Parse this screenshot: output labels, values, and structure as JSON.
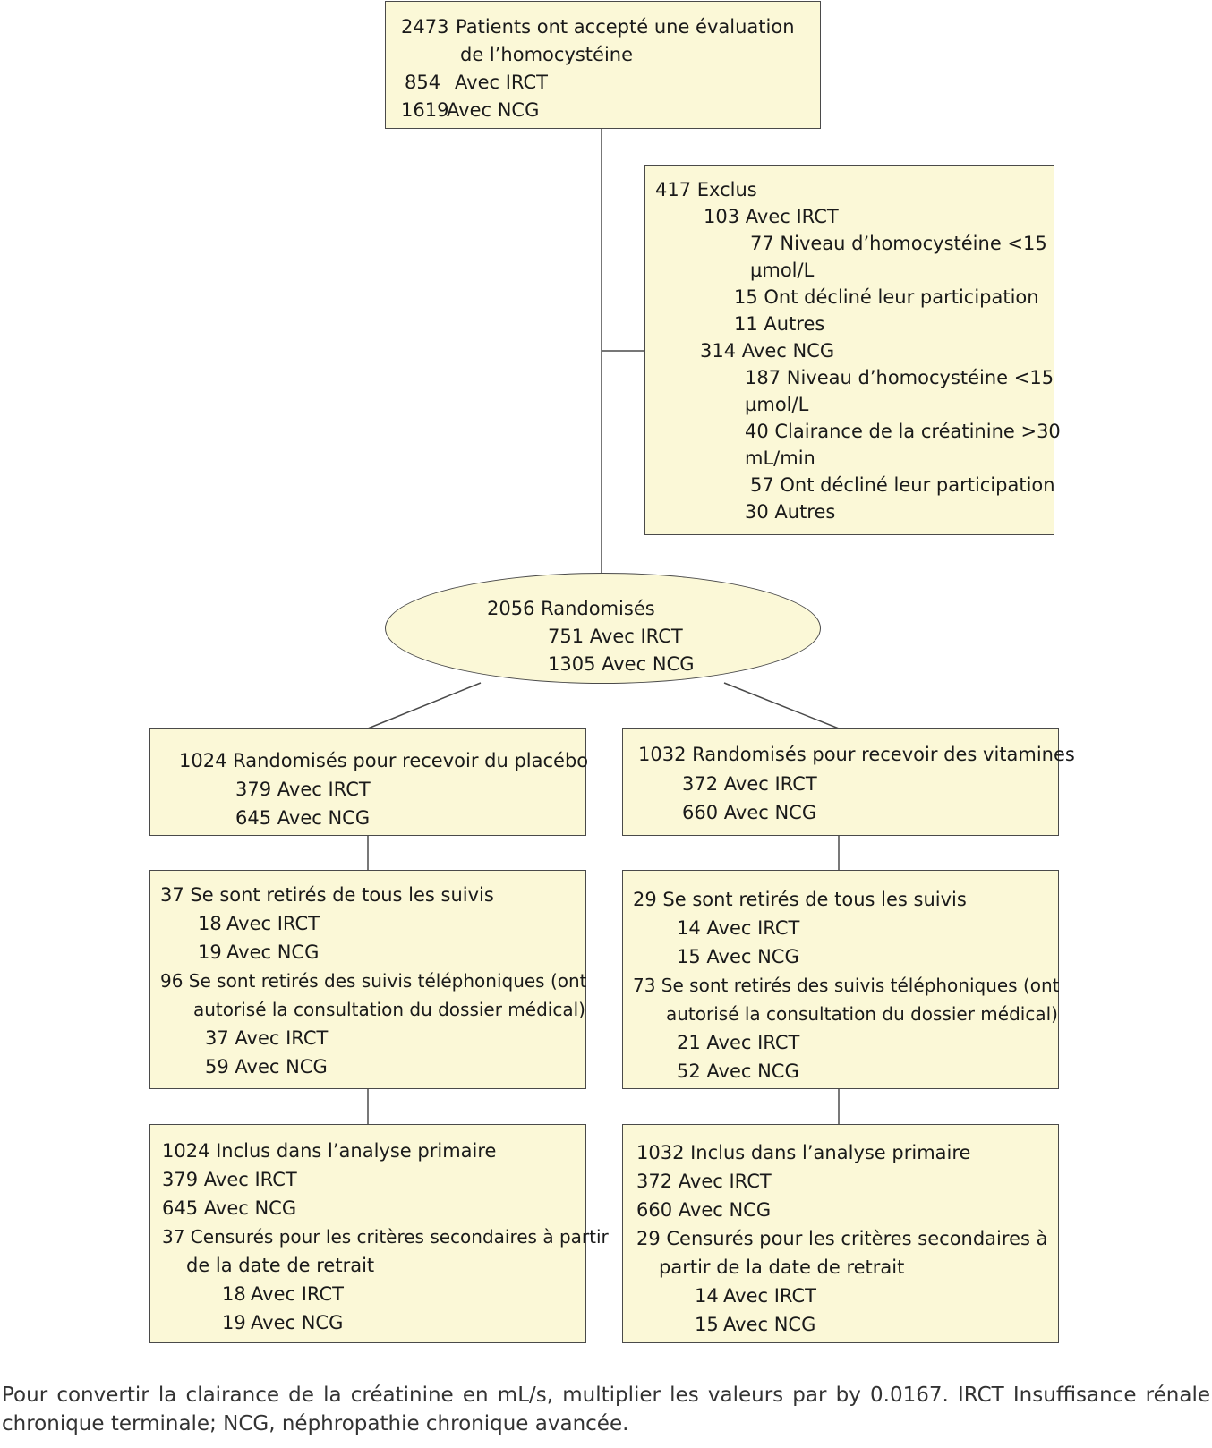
{
  "top_box": {
    "line1_num": "2473",
    "line1_text": "Patients ont accepté une évaluation",
    "line2": "de l’homocystéine",
    "line3_num": "854",
    "line3_text": "Avec IRCT",
    "line4_num": "1619",
    "line4_text": "Avec NCG"
  },
  "excluded_box": {
    "title": "417 Exclus",
    "irct": "103 Avec IRCT",
    "irct_hcy": "77 Niveau d’homocystéine <15",
    "irct_hcy_unit": "µmol/L",
    "irct_declined": "15 Ont décliné leur participation",
    "irct_other": "11 Autres",
    "ncg": "314 Avec NCG",
    "ncg_hcy": "187 Niveau d’homocystéine <15",
    "ncg_hcy_unit": "µmol/L",
    "ncg_creat": "40 Clairance de la créatinine >30",
    "ncg_creat_unit": "mL/min",
    "ncg_declined": "57 Ont décliné leur participation",
    "ncg_other": "30 Autres"
  },
  "randomized": {
    "title": "2056 Randomisés",
    "irct": "751 Avec IRCT",
    "ncg": "1305 Avec NCG"
  },
  "placebo_box": {
    "title": "1024 Randomisés pour recevoir du placébo",
    "irct": "379 Avec IRCT",
    "ncg": "645 Avec NCG"
  },
  "vitamin_box": {
    "title": "1032 Randomisés pour recevoir des vitamines",
    "irct": "372 Avec IRCT",
    "ncg": "660 Avec NCG"
  },
  "placebo_withdrawn": {
    "all_followups": "37 Se sont retirés de tous les suivis",
    "all_irct_num": "18",
    "all_irct_text": "Avec IRCT",
    "all_ncg_num": "19",
    "all_ncg_text": "Avec NCG",
    "phone_followups": "96 Se sont retirés des suivis téléphoniques (ont",
    "phone_followups_cont": "autorisé la consultation du dossier médical)",
    "phone_irct": "37 Avec IRCT",
    "phone_ncg": "59 Avec NCG"
  },
  "vitamin_withdrawn": {
    "all_followups": "29 Se sont retirés de tous les suivis",
    "all_irct": "14 Avec IRCT",
    "all_ncg": "15 Avec NCG",
    "phone_followups": "73 Se sont retirés des suivis téléphoniques (ont",
    "phone_followups_cont": "autorisé la consultation du dossier médical)",
    "phone_irct": "21 Avec IRCT",
    "phone_ncg": "52 Avec NCG"
  },
  "placebo_analysis": {
    "included": "1024 Inclus dans l’analyse primaire",
    "irct": "379 Avec IRCT",
    "ncg": "645 Avec NCG",
    "censored": "37 Censurés pour les critères secondaires à partir",
    "censored_cont": "de la date de retrait",
    "censored_irct_num": "18",
    "censored_irct_text": "Avec IRCT",
    "censored_ncg_num": "19",
    "censored_ncg_text": "Avec NCG"
  },
  "vitamin_analysis": {
    "included": "1032 Inclus dans l’analyse primaire",
    "irct": "372 Avec IRCT",
    "ncg": "660 Avec NCG",
    "censored": "29 Censurés pour les critères secondaires à",
    "censored_cont": "partir de la date de retrait",
    "censored_irct_num": "14",
    "censored_irct_text": "Avec IRCT",
    "censored_ncg_num": "15",
    "censored_ncg_text": "Avec NCG"
  },
  "footnote": "Pour convertir la clairance de la créatinine en mL/s, multiplier les valeurs par by 0.0167. IRCT Insuffisance rénale chronique terminale; NCG, néphropathie chronique avancée.",
  "colors": {
    "box_fill": "#fbf8d7",
    "border": "#4a4a4a",
    "text": "#1a1a1a"
  }
}
